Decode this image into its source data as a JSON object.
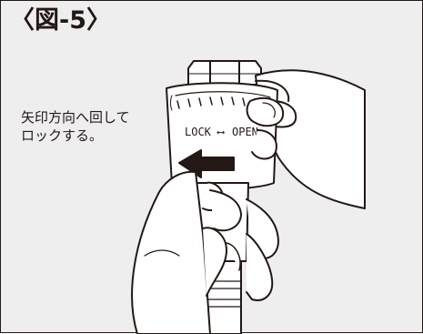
{
  "figure": {
    "title": "〈図-5〉",
    "caption_lines": [
      "矢印方向へ回して",
      "ロックする。"
    ]
  },
  "illustration": {
    "lock_label": "LOCK",
    "open_label": "OPEN",
    "arrow_glyph": "⟷",
    "arrow_direction": "left",
    "colors": {
      "ink": "#231815",
      "background": "#eeeeef",
      "paper": "#ffffff"
    }
  }
}
